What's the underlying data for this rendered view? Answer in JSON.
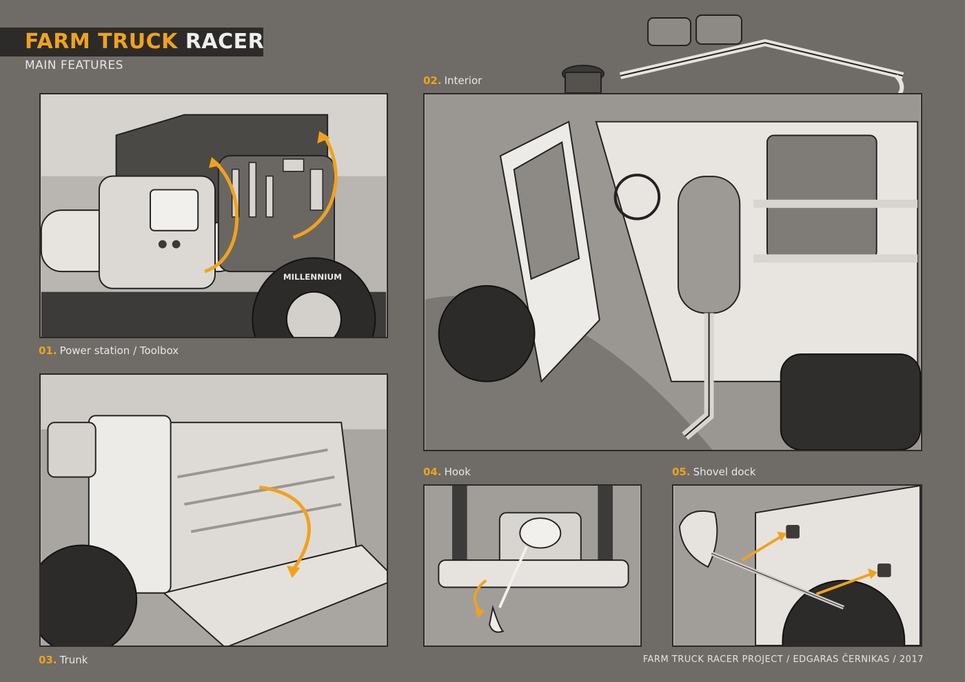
{
  "header": {
    "title_accent": "FARM TRUCK",
    "title_rest": "RACER",
    "subtitle": "MAIN FEATURES"
  },
  "panels": [
    {
      "number": "01.",
      "label": "Power station / Toolbox",
      "illustration": "power-station-toolbox"
    },
    {
      "number": "02.",
      "label": "Interior",
      "illustration": "truck-interior"
    },
    {
      "number": "03.",
      "label": "Trunk",
      "illustration": "truck-trunk"
    },
    {
      "number": "04.",
      "label": "Hook",
      "illustration": "winch-hook"
    },
    {
      "number": "05.",
      "label": "Shovel dock",
      "illustration": "shovel-dock"
    }
  ],
  "embedded_labels": {
    "tire_brand": "MILLENNIUM"
  },
  "footer": {
    "credit": "FARM TRUCK RACER PROJECT / EDGARAS ČERNIKAS / 2017"
  },
  "colors": {
    "background": "#6f6b66",
    "accent": "#f0a21e",
    "title_bar": "#2d2b29",
    "panel_fill": "#c9c6c1",
    "panel_border": "#2b2a28"
  }
}
